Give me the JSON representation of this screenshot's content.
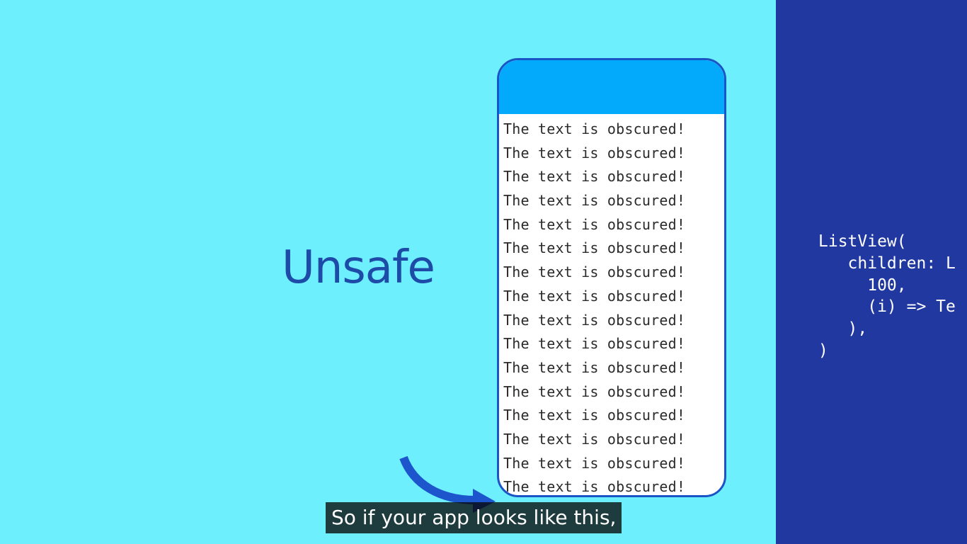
{
  "slide": {
    "title": "Unsafe",
    "colors": {
      "background": "#6deffe",
      "title": "#1e4aa8",
      "phone_border": "#1a55c8",
      "app_bar": "#03a9fb",
      "code_panel": "#2038a0",
      "arrow": "#1c55cc"
    }
  },
  "phone": {
    "list_items": [
      "The text is obscured!",
      "The text is obscured!",
      "The text is obscured!",
      "The text is obscured!",
      "The text is obscured!",
      "The text is obscured!",
      "The text is obscured!",
      "The text is obscured!",
      "The text is obscured!",
      "The text is obscured!",
      "The text is obscured!",
      "The text is obscured!",
      "The text is obscured!",
      "The text is obscured!",
      "The text is obscured!",
      "The text is obscured!"
    ]
  },
  "code": {
    "lines": [
      "ListView(",
      "   children: L",
      "     100,",
      "     (i) => Te",
      "   ),",
      ")"
    ]
  },
  "caption": {
    "text": "So if your app looks like this,"
  },
  "icons": {
    "arrow": "curved-arrow-icon"
  }
}
